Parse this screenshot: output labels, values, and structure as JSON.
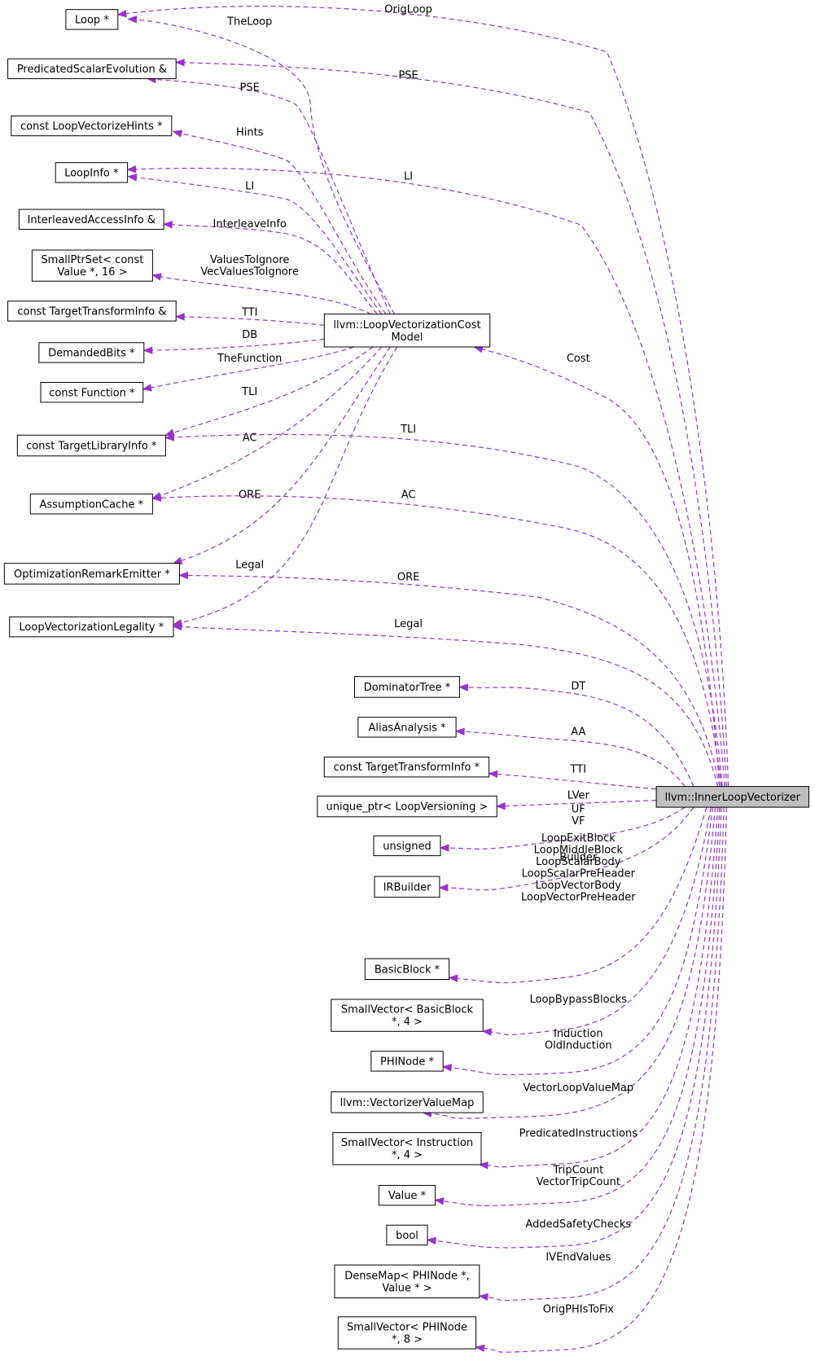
{
  "nodes": [
    {
      "id": "loop",
      "lines": [
        "Loop *"
      ]
    },
    {
      "id": "pse",
      "lines": [
        "PredicatedScalarEvolution &"
      ]
    },
    {
      "id": "hints",
      "lines": [
        "const LoopVectorizeHints *"
      ]
    },
    {
      "id": "loopinfo",
      "lines": [
        "LoopInfo *"
      ]
    },
    {
      "id": "iai",
      "lines": [
        "InterleavedAccessInfo &"
      ]
    },
    {
      "id": "smallptrset",
      "lines": [
        "SmallPtrSet< const",
        "Value *, 16 >"
      ]
    },
    {
      "id": "tti_ref",
      "lines": [
        "const TargetTransformInfo &"
      ]
    },
    {
      "id": "db",
      "lines": [
        "DemandedBits *"
      ]
    },
    {
      "id": "func",
      "lines": [
        "const Function *"
      ]
    },
    {
      "id": "tli",
      "lines": [
        "const TargetLibraryInfo *"
      ]
    },
    {
      "id": "ac",
      "lines": [
        "AssumptionCache *"
      ]
    },
    {
      "id": "ore",
      "lines": [
        "OptimizationRemarkEmitter *"
      ]
    },
    {
      "id": "legal",
      "lines": [
        "LoopVectorizationLegality *"
      ]
    },
    {
      "id": "costmodel",
      "lines": [
        "llvm::LoopVectorizationCost",
        "Model"
      ]
    },
    {
      "id": "dt",
      "lines": [
        "DominatorTree *"
      ]
    },
    {
      "id": "aa",
      "lines": [
        "AliasAnalysis *"
      ]
    },
    {
      "id": "tti_ptr",
      "lines": [
        "const TargetTransformInfo *"
      ]
    },
    {
      "id": "lver",
      "lines": [
        "unique_ptr< LoopVersioning >"
      ]
    },
    {
      "id": "unsigned",
      "lines": [
        "unsigned"
      ]
    },
    {
      "id": "irbuilder",
      "lines": [
        "IRBuilder"
      ]
    },
    {
      "id": "bb",
      "lines": [
        "BasicBlock *"
      ]
    },
    {
      "id": "sv_bb",
      "lines": [
        "SmallVector< BasicBlock",
        "*, 4 >"
      ]
    },
    {
      "id": "phinode",
      "lines": [
        "PHINode *"
      ]
    },
    {
      "id": "vvm",
      "lines": [
        "llvm::VectorizerValueMap"
      ]
    },
    {
      "id": "sv_inst",
      "lines": [
        "SmallVector< Instruction",
        "*, 4 >"
      ]
    },
    {
      "id": "value",
      "lines": [
        "Value *"
      ]
    },
    {
      "id": "bool",
      "lines": [
        "bool"
      ]
    },
    {
      "id": "densemap",
      "lines": [
        "DenseMap< PHINode *,",
        "Value * >"
      ]
    },
    {
      "id": "sv_phi",
      "lines": [
        "SmallVector< PHINode",
        "*, 8 >"
      ]
    },
    {
      "id": "ilv",
      "lines": [
        "llvm::InnerLoopVectorizer"
      ]
    }
  ],
  "edges": [
    {
      "from": "costmodel",
      "to": "loop",
      "label": [
        "TheLoop"
      ]
    },
    {
      "from": "costmodel",
      "to": "pse",
      "label": [
        "PSE"
      ]
    },
    {
      "from": "costmodel",
      "to": "hints",
      "label": [
        "Hints"
      ]
    },
    {
      "from": "costmodel",
      "to": "loopinfo",
      "label": [
        "LI"
      ]
    },
    {
      "from": "costmodel",
      "to": "iai",
      "label": [
        "InterleaveInfo"
      ]
    },
    {
      "from": "costmodel",
      "to": "smallptrset",
      "label": [
        "ValuesToIgnore",
        "VecValuesToIgnore"
      ]
    },
    {
      "from": "costmodel",
      "to": "tti_ref",
      "label": [
        "TTI"
      ]
    },
    {
      "from": "costmodel",
      "to": "db",
      "label": [
        "DB"
      ]
    },
    {
      "from": "costmodel",
      "to": "func",
      "label": [
        "TheFunction"
      ]
    },
    {
      "from": "costmodel",
      "to": "tli",
      "label": [
        "TLI"
      ]
    },
    {
      "from": "costmodel",
      "to": "ac",
      "label": [
        "AC"
      ]
    },
    {
      "from": "costmodel",
      "to": "ore",
      "label": [
        "ORE"
      ]
    },
    {
      "from": "costmodel",
      "to": "legal",
      "label": [
        "Legal"
      ]
    },
    {
      "from": "ilv",
      "to": "loop",
      "label": [
        "OrigLoop"
      ]
    },
    {
      "from": "ilv",
      "to": "pse",
      "label": [
        "PSE"
      ]
    },
    {
      "from": "ilv",
      "to": "loopinfo",
      "label": [
        "LI"
      ]
    },
    {
      "from": "ilv",
      "to": "costmodel",
      "label": [
        "Cost"
      ]
    },
    {
      "from": "ilv",
      "to": "tli",
      "label": [
        "TLI"
      ]
    },
    {
      "from": "ilv",
      "to": "ac",
      "label": [
        "AC"
      ]
    },
    {
      "from": "ilv",
      "to": "ore",
      "label": [
        "ORE"
      ]
    },
    {
      "from": "ilv",
      "to": "legal",
      "label": [
        "Legal"
      ]
    },
    {
      "from": "ilv",
      "to": "dt",
      "label": [
        "DT"
      ]
    },
    {
      "from": "ilv",
      "to": "aa",
      "label": [
        "AA"
      ]
    },
    {
      "from": "ilv",
      "to": "tti_ptr",
      "label": [
        "TTI"
      ]
    },
    {
      "from": "ilv",
      "to": "lver",
      "label": [
        "LVer"
      ]
    },
    {
      "from": "ilv",
      "to": "unsigned",
      "label": [
        "UF",
        "VF"
      ]
    },
    {
      "from": "ilv",
      "to": "irbuilder",
      "label": [
        "Builder"
      ]
    },
    {
      "from": "ilv",
      "to": "bb",
      "label": [
        "LoopExitBlock",
        "LoopMiddleBlock",
        "LoopScalarBody",
        "LoopScalarPreHeader",
        "LoopVectorBody",
        "LoopVectorPreHeader"
      ]
    },
    {
      "from": "ilv",
      "to": "sv_bb",
      "label": [
        "LoopBypassBlocks"
      ]
    },
    {
      "from": "ilv",
      "to": "phinode",
      "label": [
        "Induction",
        "OldInduction"
      ]
    },
    {
      "from": "ilv",
      "to": "vvm",
      "label": [
        "VectorLoopValueMap"
      ]
    },
    {
      "from": "ilv",
      "to": "sv_inst",
      "label": [
        "PredicatedInstructions"
      ]
    },
    {
      "from": "ilv",
      "to": "value",
      "label": [
        "TripCount",
        "VectorTripCount"
      ]
    },
    {
      "from": "ilv",
      "to": "bool",
      "label": [
        "AddedSafetyChecks"
      ]
    },
    {
      "from": "ilv",
      "to": "densemap",
      "label": [
        "IVEndValues"
      ]
    },
    {
      "from": "ilv",
      "to": "sv_phi",
      "label": [
        "OrigPHIsToFix"
      ]
    }
  ],
  "colors": {
    "edge": "#9a32cd",
    "focus_fill": "#bfbfbf",
    "node_stroke": "#000000"
  }
}
